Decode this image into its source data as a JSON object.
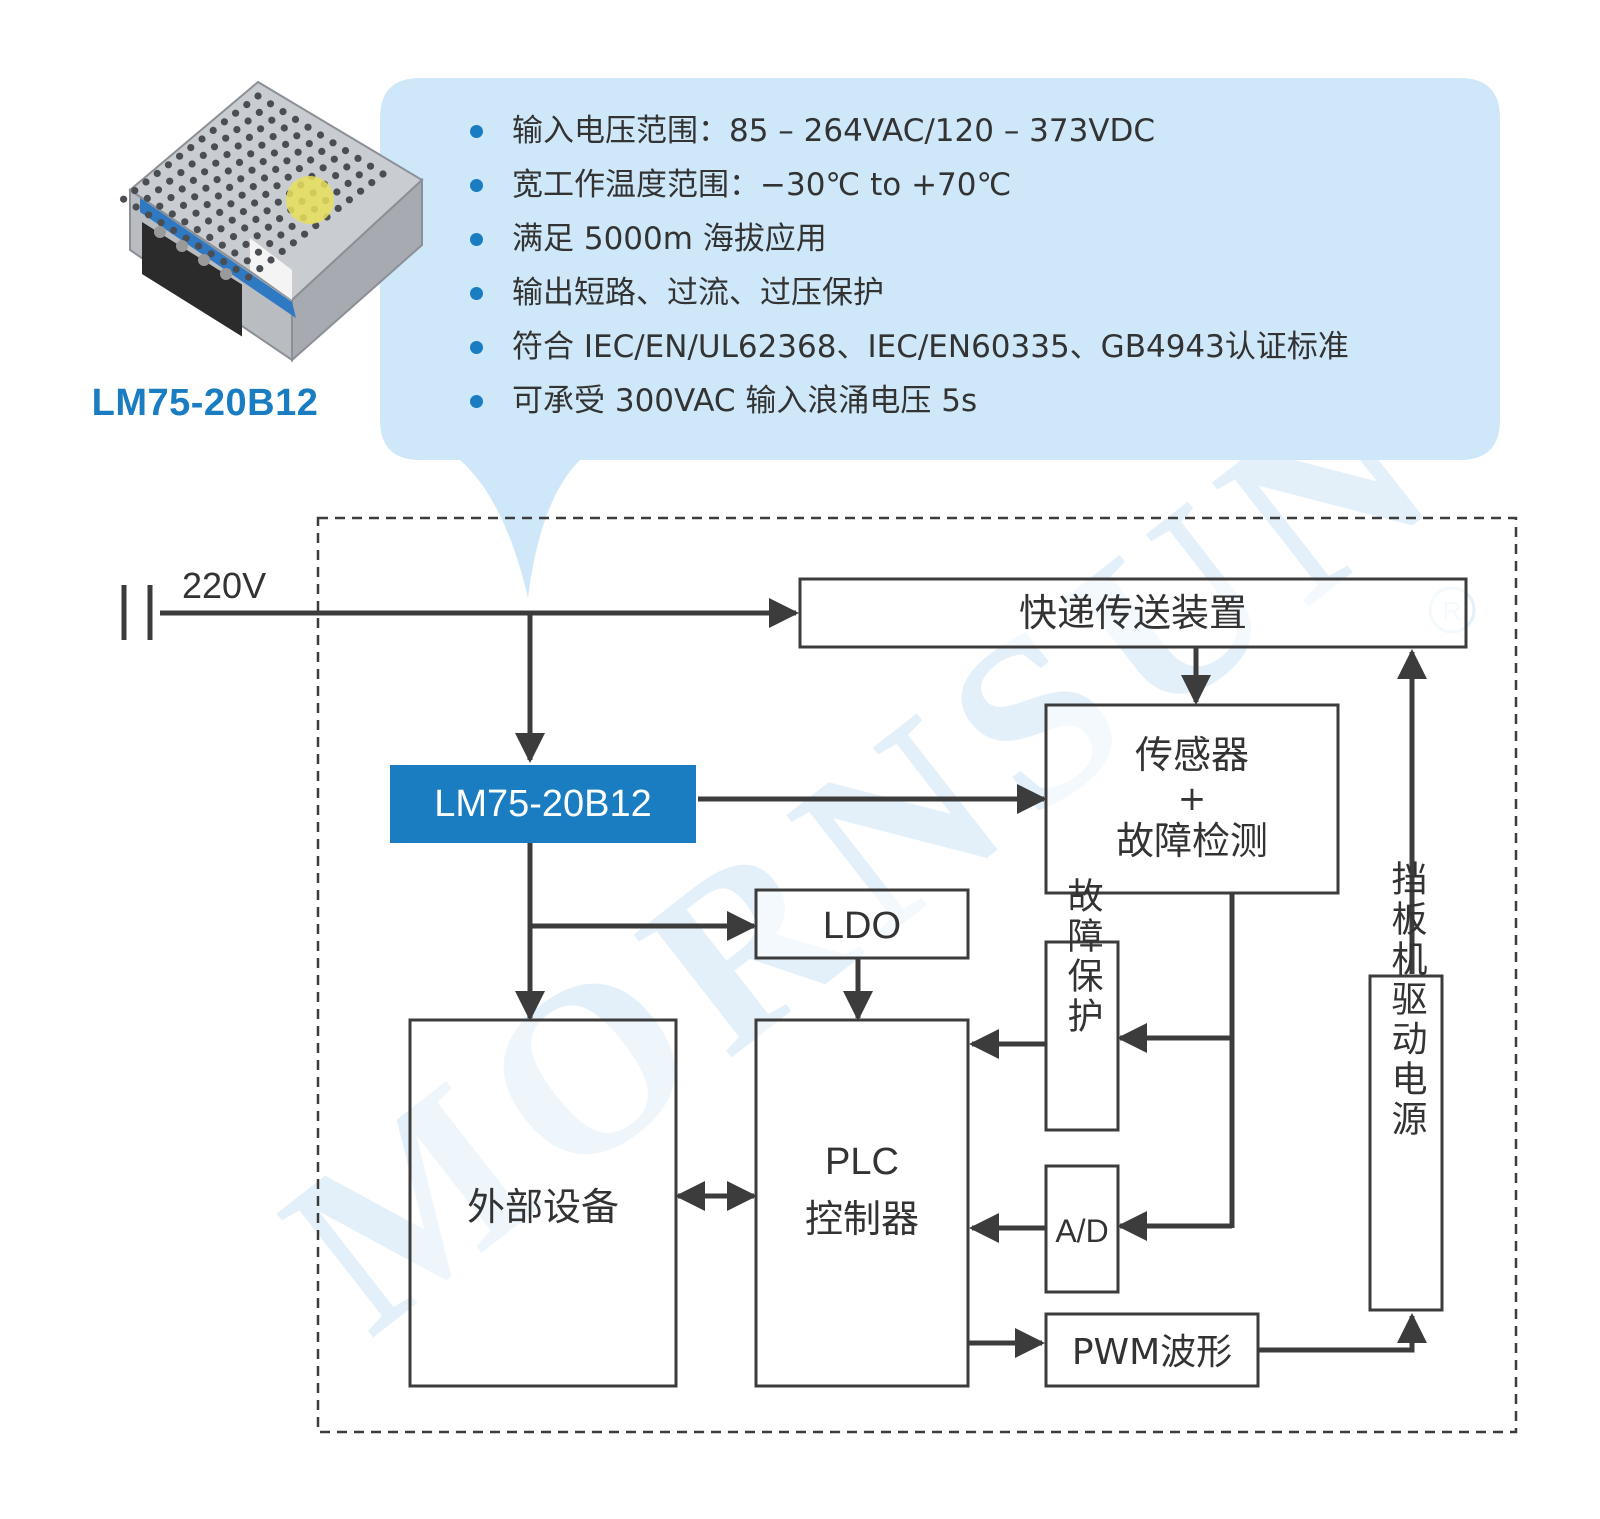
{
  "product": {
    "model": "LM75-20B12",
    "specs": [
      "输入电压范围：85 – 264VAC/120 – 373VDC",
      "宽工作温度范围：−30℃ to +70℃",
      "满足 5000m 海拔应用",
      "输出短路、过流、过压保护",
      "符合 IEC/EN/UL62368、IEC/EN60335、GB4943认证标准",
      "可承受 300VAC 输入浪涌电压 5s"
    ]
  },
  "diagram": {
    "input_label": "220V",
    "blocks": {
      "conveyor": "快递传送装置",
      "power_module": "LM75-20B12",
      "sensor_line1": "传感器",
      "sensor_line2": "+",
      "sensor_line3": "故障检测",
      "ldo": "LDO",
      "fault_protect": "故障保护",
      "baffle_power": "挡板机驱动电源",
      "external": "外部设备",
      "plc_line1": "PLC",
      "plc_line2": "控制器",
      "ad": "A/D",
      "pwm": "PWM波形"
    }
  },
  "watermark": "MORNSUN",
  "colors": {
    "brand_blue": "#1a7cc1",
    "bubble": "#cfe8f9",
    "line": "#3c3c3c"
  }
}
